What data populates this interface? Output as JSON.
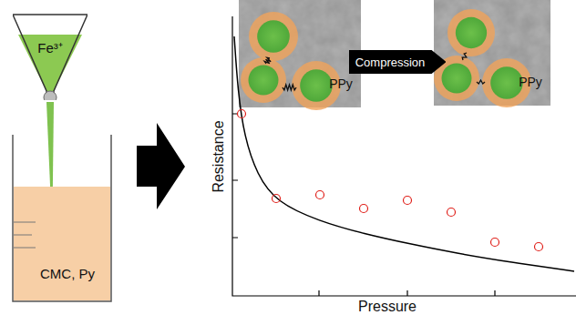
{
  "diagram": {
    "nodes": [
      {
        "text": [
          "Fe³⁺"
        ]
      },
      {
        "text": [
          "CMC, Py"
        ]
      },
      {
        "text": [
          "Compression"
        ]
      }
    ],
    "labels": [
      "PPy",
      "PPy",
      "Resistance",
      "Pressure"
    ]
  }
}
